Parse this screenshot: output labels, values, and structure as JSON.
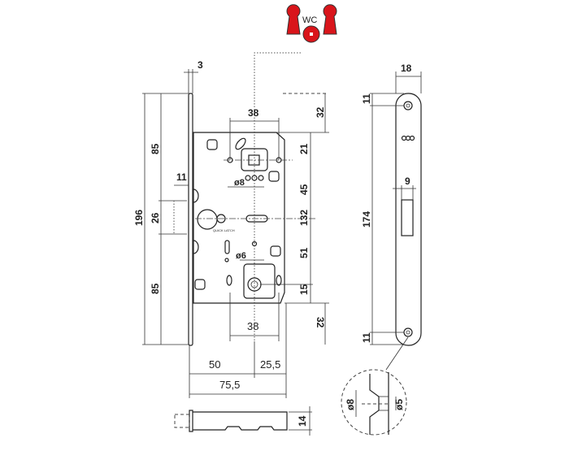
{
  "title": "Mortise WC lock dimensional drawing",
  "wc_icon": {
    "label": "WC",
    "color": "#d9151b"
  },
  "front_view": {
    "faceplate_thickness": "3",
    "overall_height": "196",
    "upper_height": "85",
    "latch_height": "26",
    "lower_height": "85",
    "faceplate_offset": "11",
    "top_spacing": "38",
    "top_offset": "32",
    "dim_21": "21",
    "dim_45": "45",
    "dim_132": "132",
    "dim_51": "51",
    "dim_15": "15",
    "bottom_offset": "32",
    "hole_8": "ø8",
    "hole_6": "ø6",
    "bottom_spacing": "38",
    "backset": "50",
    "depth_rest": "25,5",
    "total_depth": "75,5",
    "quick_latch": "QUICK LATCH"
  },
  "bottom_view": {
    "thickness": "14"
  },
  "side_view": {
    "width": "18",
    "top_margin": "11",
    "screw_spacing": "174",
    "slot_width": "9",
    "bottom_margin": "11"
  },
  "detail": {
    "outer": "ø8",
    "inner": "ø5"
  }
}
